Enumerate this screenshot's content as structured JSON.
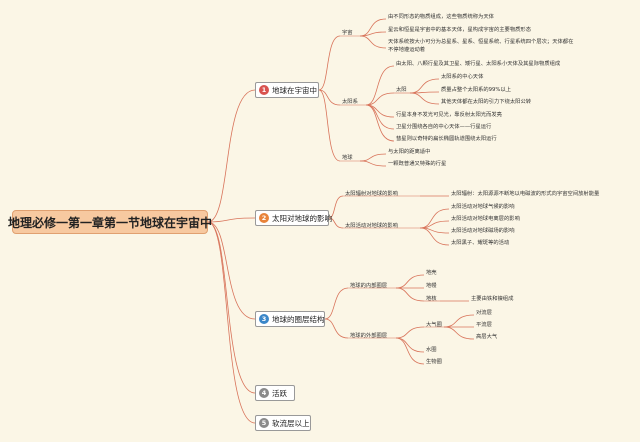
{
  "root": "地理必修一第一章第一节地球在宇宙中",
  "colors": {
    "line": "#d8735a",
    "root_bg": "#f7c9a0",
    "badge1": "#d9534f",
    "badge2": "#e8833a",
    "badge3": "#3a86c8",
    "badge4": "#8a8a8a",
    "badge5": "#8a8a8a"
  },
  "branches": [
    {
      "num": "1",
      "label": "地球在宇宙中"
    },
    {
      "num": "2",
      "label": "太阳对地球的影响"
    },
    {
      "num": "3",
      "label": "地球的圈层结构"
    },
    {
      "num": "4",
      "label": "活跃"
    },
    {
      "num": "5",
      "label": "软流层以上"
    }
  ],
  "b1": {
    "universe": "宇宙",
    "universe_items": [
      "由不同形态的物质组成，这些物质统称为天体",
      "星云和恒星是宇宙中的基本天体，星构成宇宙的主要物质形态",
      "天体系统按大小可分为总星系、星系、恒星系统、行星系统四个层次；天体都在",
      "不停地遵运动着"
    ],
    "solar": "太阳系",
    "solar_top": "由太阳、八颗行星及其卫星、矮行星、太阳系小天体及其星际物质组成",
    "sun": "太阳",
    "sun_items": [
      "太阳系的中心天体",
      "质量占整个太阳系的99%以上",
      "其他天体都在太阳的引力下绕太阳公转"
    ],
    "solar_more": [
      "行星本身不发光可见光，靠反射太阳光而发亮",
      "卫星分围绕各自的中心天体——行星运行",
      "彗星则以奇特的扁长椭圆轨道围绕太阳运行"
    ],
    "earth": "地球",
    "earth_items": [
      "与太阳的距离适中",
      "一颗既普通又特殊的行星"
    ]
  },
  "b2": {
    "radiation": "太阳辐射对地球的影响",
    "radiation_item": "太阳辐射：太阳源源不断地以电磁波的形式向宇宙空间放射能量",
    "activity": "太阳活动对地球的影响",
    "activity_items": [
      "太阳活动对地球气候的影响",
      "太阳活动对地球电离层的影响",
      "太阳活动对地球磁场的影响",
      "太阳黑子、耀斑等的活动"
    ]
  },
  "b3": {
    "inner": "地球的内部圈层",
    "inner_items": [
      "地壳",
      "地幔",
      "地核"
    ],
    "core_item": "主要由铁和镍组成",
    "outer": "地球的外部圈层",
    "atmos": "大气圈",
    "atmos_items": [
      "对流层",
      "平流层",
      "高层大气"
    ],
    "outer_items": [
      "水圈",
      "生物圈"
    ]
  }
}
